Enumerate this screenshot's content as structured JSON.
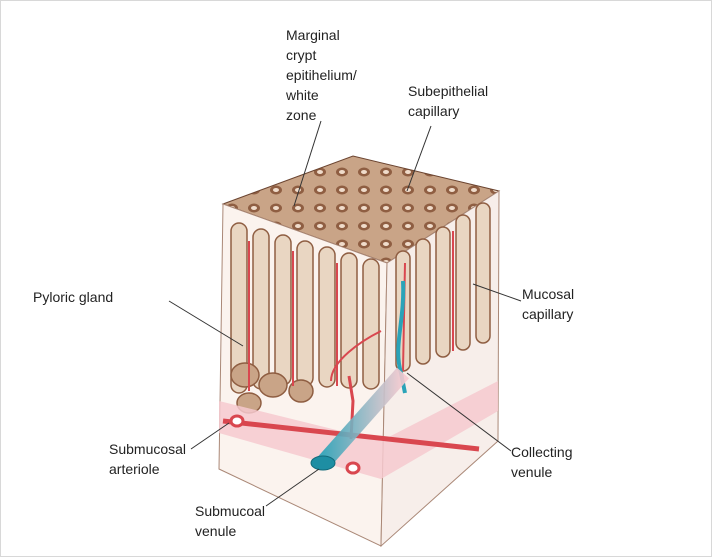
{
  "labels": {
    "marginal_crypt": "Marginal\ncrypt\nepitihelium/\nwhite\nzone",
    "subepithelial_capillary": "Subepithelial\ncapillary",
    "pyloric_gland": "Pyloric gland",
    "mucosal_capillary": "Mucosal\ncapillary",
    "submucosal_arteriole": "Submucosal\narteriole",
    "collecting_venule": "Collecting\nvenule",
    "submucosal_venule": "Submucoal\nvenule"
  },
  "colors": {
    "tissue": "#c9a487",
    "tissue_dark": "#8f5e42",
    "gland_wall": "#e9d6c2",
    "artery": "#d9474f",
    "vein": "#2aa3b8",
    "submucosa": "#f6c9cf"
  }
}
